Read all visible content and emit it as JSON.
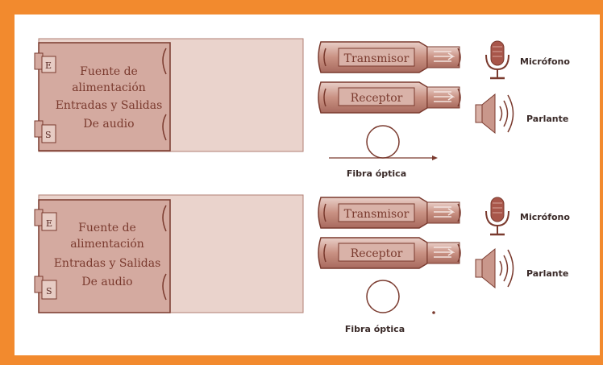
{
  "panels": [
    {
      "port_top": "E",
      "port_bottom": "S",
      "text_lines": [
        "Fuente de",
        "alimentación",
        "Entradas y Salidas",
        "De audio"
      ],
      "transmitter": "Transmisor",
      "receiver": "Receptor",
      "microphone": "Micrófono",
      "speaker": "Parlante",
      "fiber": "Fibra óptica"
    },
    {
      "port_top": "E",
      "port_bottom": "S",
      "text_lines": [
        "Fuente de",
        "alimentación",
        "Entradas y Salidas",
        "De audio"
      ],
      "transmitter": "Transmisor",
      "receiver": "Receptor",
      "microphone": "Micrófono",
      "speaker": "Parlante",
      "fiber": "Fibra óptica"
    }
  ],
  "colors": {
    "frame": "#f28a2e",
    "box_fill": "#e3c5bd",
    "box_inner": "#d2a99d",
    "stroke": "#7a3a2e"
  }
}
